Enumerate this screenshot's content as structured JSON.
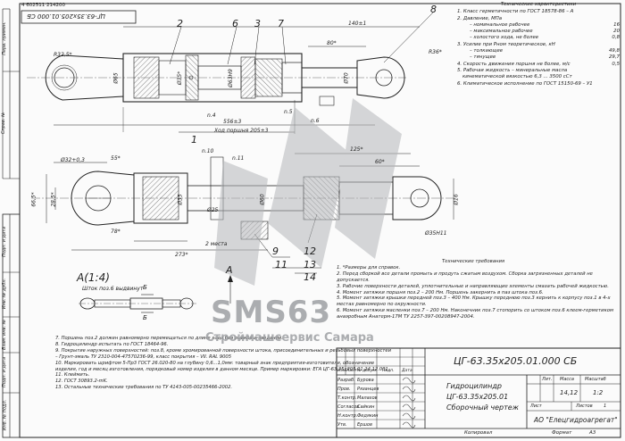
{
  "barcode_number": "4 602511 214200",
  "side_stamp_code": "ЦГ-63.35х205.01.000 СБ",
  "side_labels": [
    "Перв. примен.",
    "Справ. №",
    "Подп. и дата",
    "Инв. № дубл.",
    "Взам. инв. №",
    "Подп. и дата",
    "Инв. № подл."
  ],
  "top_view": {
    "callouts": [
      "2",
      "6",
      "3",
      "7",
      "8",
      "1"
    ],
    "dims": [
      "R32,5*",
      "R36*",
      "80*",
      "140±1",
      "556±3",
      "Ход поршня 205±3",
      "n.4",
      "n.5",
      "n.6",
      "Ø65",
      "Ø35*",
      "Ø63Н9",
      "Ø70"
    ]
  },
  "section_view": {
    "callouts": [
      "n.10",
      "n.11",
      "9",
      "11",
      "12",
      "13",
      "14"
    ],
    "dims": [
      "Ø32+0,3",
      "55*",
      "125*",
      "60*",
      "78*",
      "273*",
      "28,5*",
      "66,5*",
      "Ø35",
      "Ø60",
      "Ø35Н11",
      "Ø16",
      "2 места",
      "Ø25"
    ]
  },
  "detail_view": {
    "title": "А(1:4)",
    "caption": "Шток поз.6 выдвинут",
    "marks": [
      "А",
      "Б",
      "Б"
    ]
  },
  "specs": {
    "title": "Технические характеристики",
    "items": [
      {
        "label": "1. Класс герметичности по ГОСТ 18578-86 – А",
        "value": ""
      },
      {
        "label": "2. Давление, МПа",
        "value": ""
      },
      {
        "label": "– номинальное рабочее",
        "value": "16"
      },
      {
        "label": "– максимальное рабочее",
        "value": "20"
      },
      {
        "label": "– холостого хода, не более",
        "value": "0,8"
      },
      {
        "label": "3. Усилие при Pном теоретическое, кН",
        "value": ""
      },
      {
        "label": "– толкающее",
        "value": "49,8"
      },
      {
        "label": "– тянущее",
        "value": "29,7"
      },
      {
        "label": "4. Скорость движения поршня не более, м/с",
        "value": "0,5"
      },
      {
        "label": "5. Рабочая жидкость – минеральные масла",
        "value": ""
      },
      {
        "label": "кинематической вязкостью 6,3 ... 3500 сСт",
        "value": ""
      },
      {
        "label": "6. Климатическое исполнение по ГОСТ 15150-69 – У1",
        "value": ""
      }
    ]
  },
  "requirements": {
    "title": "Технические требования",
    "items": [
      "1. *Размеры для справок.",
      "2. Перед сборкой все детали промыть и продуть сжатым воздухом. Сборка загрязненных деталей не допускается.",
      "3. Рабочие поверхности деталей, уплотнительные и направляющие элементы смазать рабочей жидкостью.",
      "4. Момент затяжки поршня поз.2 – 200 Нм. Поршень закернить в паз штока поз.6.",
      "5. Момент затяжки крышки передней поз.3 – 400 Нм. Крышку переднюю поз.3 кернить к корпусу поз.1 в 4-х местах равномерно по окружности.",
      "6. Момент затяжки масленки поз.7 – 200 Нм. Наконечник поз.7 стопорить со штоком поз.6 клеем-герметиком анаэробным Анатерм-17М ТУ 2257-397-00208947-2004."
    ]
  },
  "notes": [
    "7. Поршень поз.2 должен равномерно перемещаться по длине хода без рывков и заеданий.",
    "8. Гидроцилиндр испытать по ГОСТ 18464-96.",
    "9. Покрытие наружных поверхностей: поз.8, кроме хромированной поверхности штока, присоединительных и резьбовых поверхностей – Грунт-эмаль ТУ 2310-004-47570236-99, класс покрытия – VII. RAL 9005",
    "10. Маркировать шрифтом 5-Пр3 ГОСТ 26.020-80 на глубину 0,6...1,0мм: товарный знак предприятия-изготовителя, обозначение изделия, год и месяц изготовления, порядковый номер изделия в данном месяце. Пример маркировки: ЕГА ЦГ-63.35х205.01 24.12.001.",
    "11. Клеймить.",
    "12. ГОСТ 30893.2-mK.",
    "13. Остальные технические требования по ТУ 4143-005-00235466-2002."
  ],
  "title_block": {
    "designation": "ЦГ-63.35х205.01.000 СБ",
    "name_lines": [
      "Гидроцилиндр",
      "ЦГ-63.35х205.01",
      "Сборочный чертеж"
    ],
    "col_headers": [
      "Лит.",
      "Масса",
      "Масштаб"
    ],
    "mass": "14,12",
    "scale": "1:2",
    "sheet_label": "Лист",
    "sheets_label": "Листов",
    "sheets_value": "1",
    "org": "АО \"Елецгидроагрегат\"",
    "change_headers": [
      "Изм.",
      "Лист",
      "№ докум.",
      "Подп.",
      "Дата"
    ],
    "roles": [
      {
        "role": "Разраб.",
        "name": "Бурова"
      },
      {
        "role": "Пров.",
        "name": "Рязанцев"
      },
      {
        "role": "Т.контр.",
        "name": "Малахов"
      },
      {
        "role": "Согласов.",
        "name": "Сайкин"
      },
      {
        "role": "Н.контр.",
        "name": "Федякин"
      },
      {
        "role": "Утв.",
        "name": "Ершов"
      }
    ],
    "copied_label": "Копировал",
    "format_label": "Формат",
    "format_value": "А3"
  },
  "watermark": {
    "brand": "SMS63",
    "subtitle": "Строймашсервис Самара"
  }
}
